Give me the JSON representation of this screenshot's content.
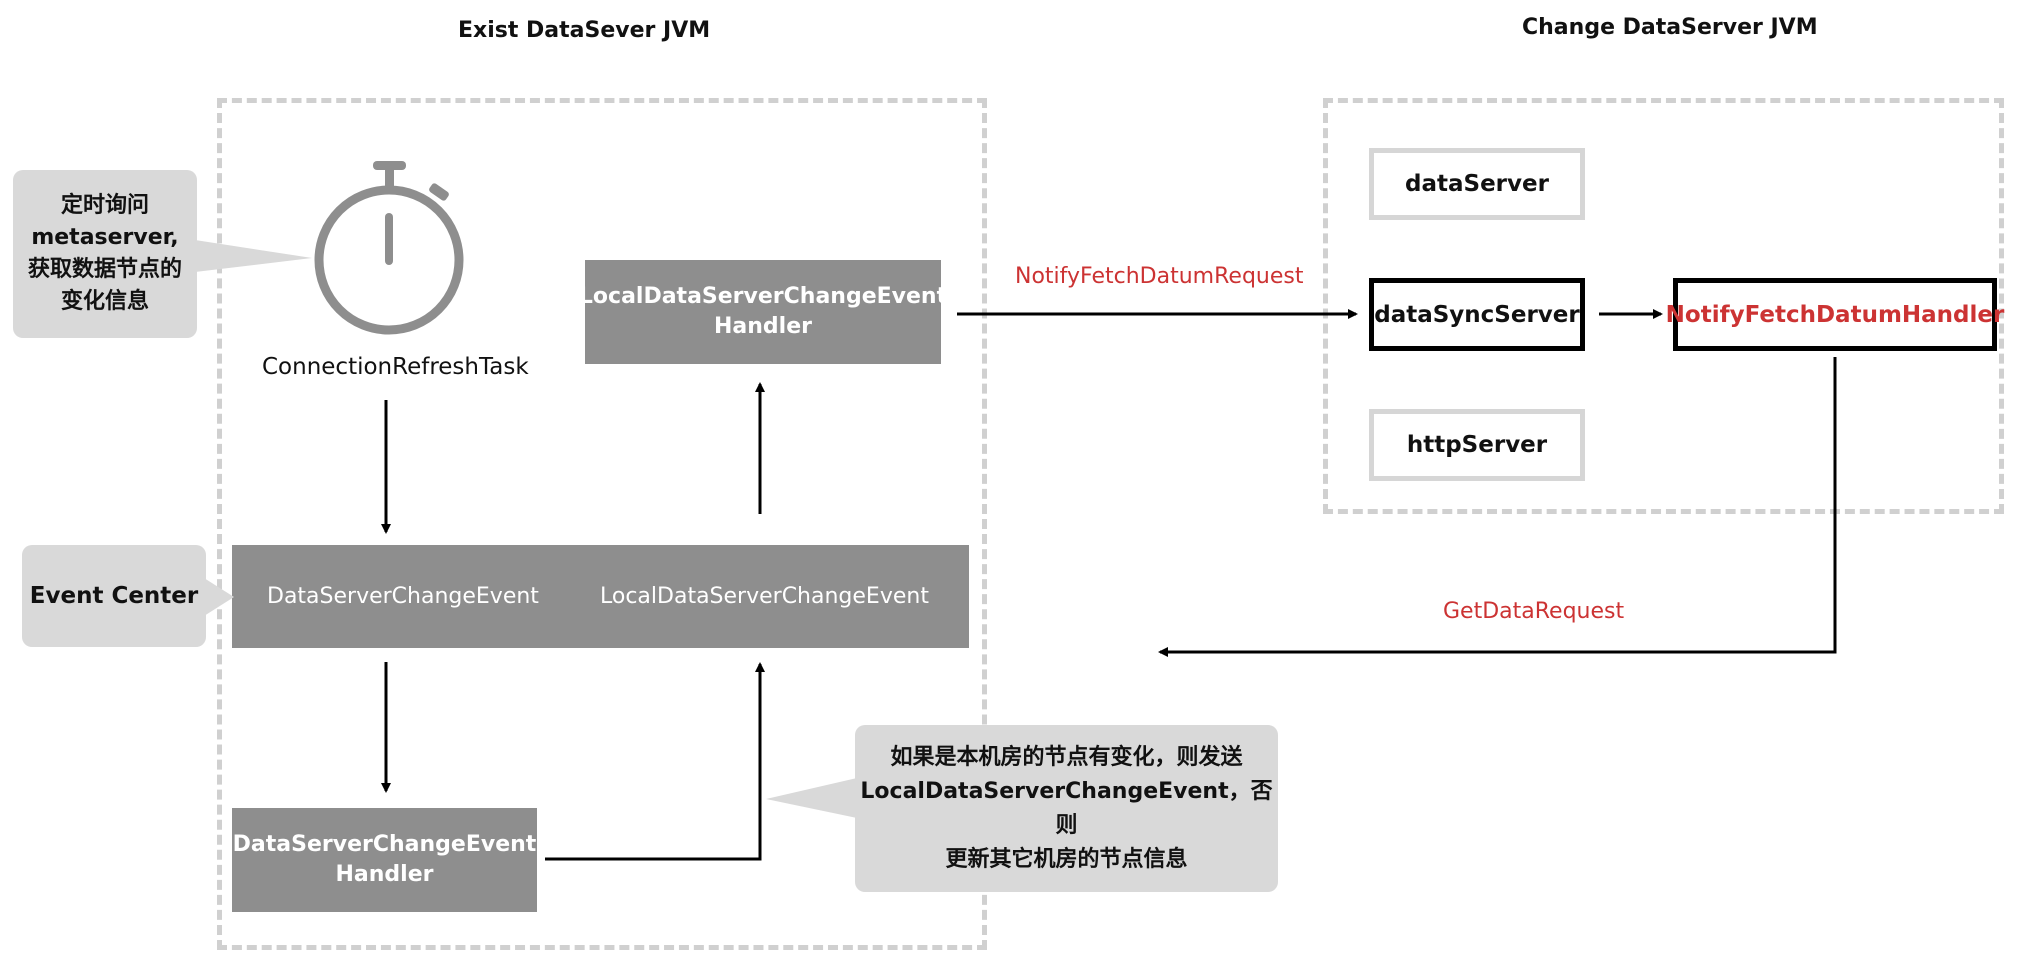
{
  "titles": {
    "left_jvm": "Exist DataSever JVM",
    "right_jvm": "Change DataServer JVM"
  },
  "callouts": {
    "meta_query": "定时询问\nmetaserver,\n获取数据节点的\n变化信息",
    "event_center": "Event Center",
    "local_change": "如果是本机房的节点有变化，则发送\nLocalDataServerChangeEvent，否则\n更新其它机房的节点信息"
  },
  "timer": {
    "label": "ConnectionRefreshTask"
  },
  "boxes": {
    "local_handler": "LocalDataServerChangeEvent\nHandler",
    "event_bar_left": "DataServerChangeEvent",
    "event_bar_right": "LocalDataServerChangeEvent",
    "change_handler": "DataServerChangeEvent\nHandler"
  },
  "servers": {
    "data_server": "dataServer",
    "data_sync_server": "dataSyncServer",
    "http_server": "httpServer",
    "notify_handler": "NotifyFetchDatumHandler"
  },
  "edges": {
    "notify_request": "NotifyFetchDatumRequest",
    "get_data_request": "GetDataRequest"
  },
  "colors": {
    "accent_red": "#cc3333",
    "box_gray": "#8e8e8e",
    "callout_gray": "#d9d9d9",
    "dashed_border": "#d0d0d0"
  }
}
